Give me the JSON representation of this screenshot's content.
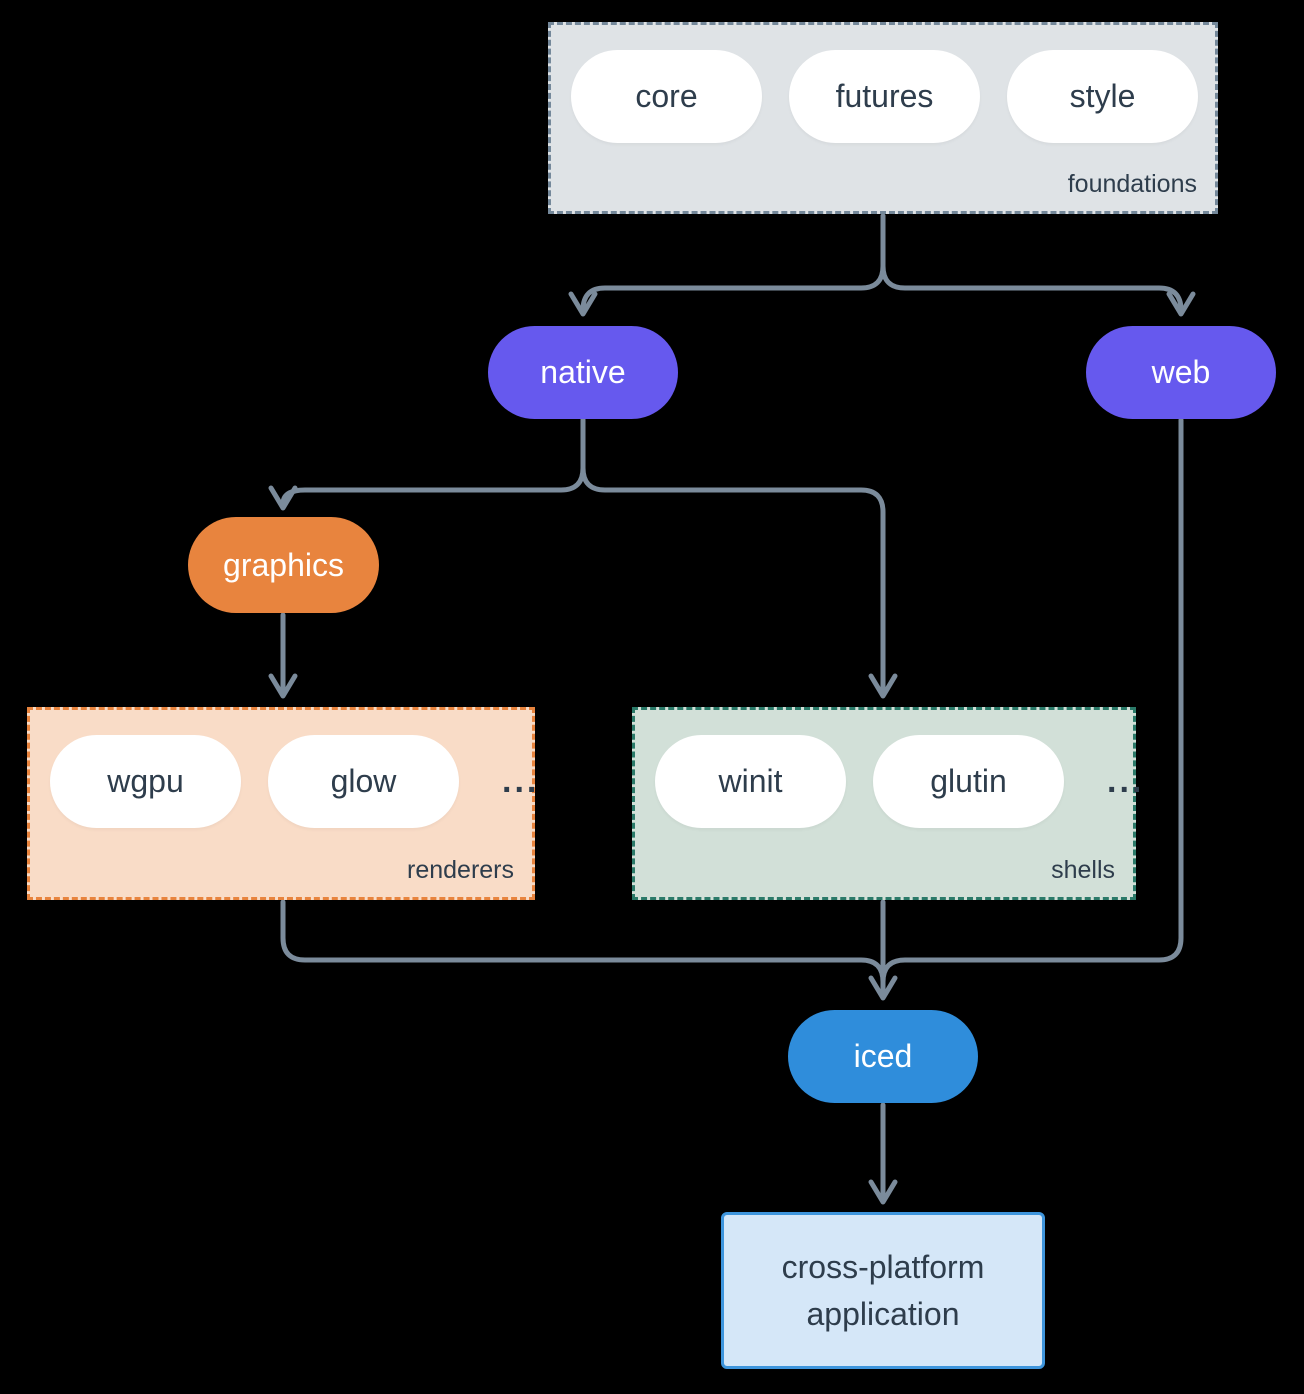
{
  "groups": {
    "foundations": {
      "label": "foundations",
      "pills": [
        {
          "label": "core"
        },
        {
          "label": "futures"
        },
        {
          "label": "style"
        }
      ]
    },
    "renderers": {
      "label": "renderers",
      "pills": [
        {
          "label": "wgpu"
        },
        {
          "label": "glow"
        }
      ],
      "more": "..."
    },
    "shells": {
      "label": "shells",
      "pills": [
        {
          "label": "winit"
        },
        {
          "label": "glutin"
        }
      ],
      "more": "..."
    }
  },
  "nodes": {
    "native": {
      "label": "native"
    },
    "web": {
      "label": "web"
    },
    "graphics": {
      "label": "graphics"
    },
    "iced": {
      "label": "iced"
    },
    "application": {
      "line1": "cross-platform",
      "line2": "application"
    }
  },
  "colors": {
    "background": "#000000",
    "accent_purple": "#6659ee",
    "accent_orange": "#e8843e",
    "accent_blue": "#2f8ddb",
    "foundations_fill": "#dfe3e6",
    "foundations_border": "#74889a",
    "renderers_fill": "#f9dcc7",
    "renderers_border": "#e8843e",
    "shells_fill": "#d2e0d8",
    "shells_border": "#2b7a69",
    "application_fill": "#d5e7f8",
    "application_border": "#3e95dc",
    "connector": "#7b8b9b",
    "text_dark": "#2e3d4c",
    "text_light": "#ffffff"
  }
}
